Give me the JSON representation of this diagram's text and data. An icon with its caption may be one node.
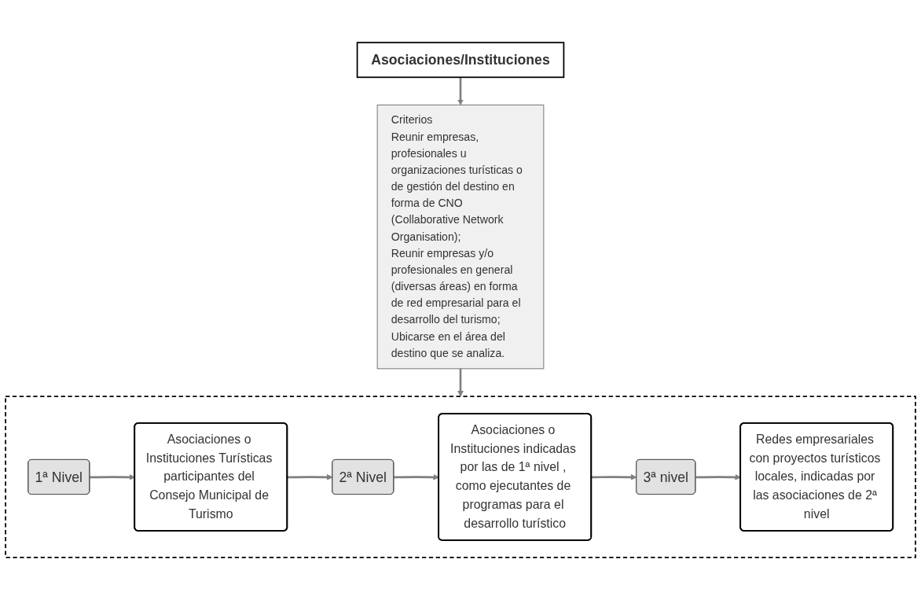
{
  "diagram": {
    "nodes": [
      {
        "text": [
          "Asociaciones/Instituciones"
        ]
      },
      {
        "text": [
          "Criterios",
          "Reunir empresas, profesionales u organizaciones turísticas o de gestión del destino en forma de CNO (Collaborative Network Organisation);",
          "Reunir empresas y/o profesionales en general (diversas áreas) en forma de red empresarial para el desarrollo del turismo;",
          "Ubicarse en el área del destino que se analiza."
        ]
      },
      {
        "text": [],
        "shape": "box"
      },
      {
        "text": [
          "1ª Nivel"
        ],
        "in": 2
      },
      {
        "text": [
          "Asociaciones o Instituciones Turísticas participantes del Consejo Municipal de Turismo"
        ],
        "in": 2
      },
      {
        "text": [
          "2ª Nivel"
        ],
        "in": 2
      },
      {
        "text": [
          "Asociaciones o Instituciones indicadas por las de 1ª nivel , como ejecutantes de programas para el desarrollo turístico"
        ],
        "in": 2
      },
      {
        "text": [
          "3ª nivel"
        ],
        "in": 2
      },
      {
        "text": [
          "Redes empresariales con proyectos turísticos locales, indicadas por las asociaciones de 2ª nivel"
        ],
        "in": 2
      }
    ],
    "edges": [
      {
        "from": 0,
        "to": 1,
        "arrow": "to"
      },
      {
        "from": 1,
        "to": 2,
        "arrow": "to"
      },
      {
        "from": 3,
        "to": 4,
        "arrow": "to"
      },
      {
        "from": 4,
        "to": 5,
        "arrow": "to"
      },
      {
        "from": 5,
        "to": 6,
        "arrow": "to"
      },
      {
        "from": 6,
        "to": 7,
        "arrow": "to"
      },
      {
        "from": 7,
        "to": 8,
        "arrow": "to"
      }
    ]
  }
}
